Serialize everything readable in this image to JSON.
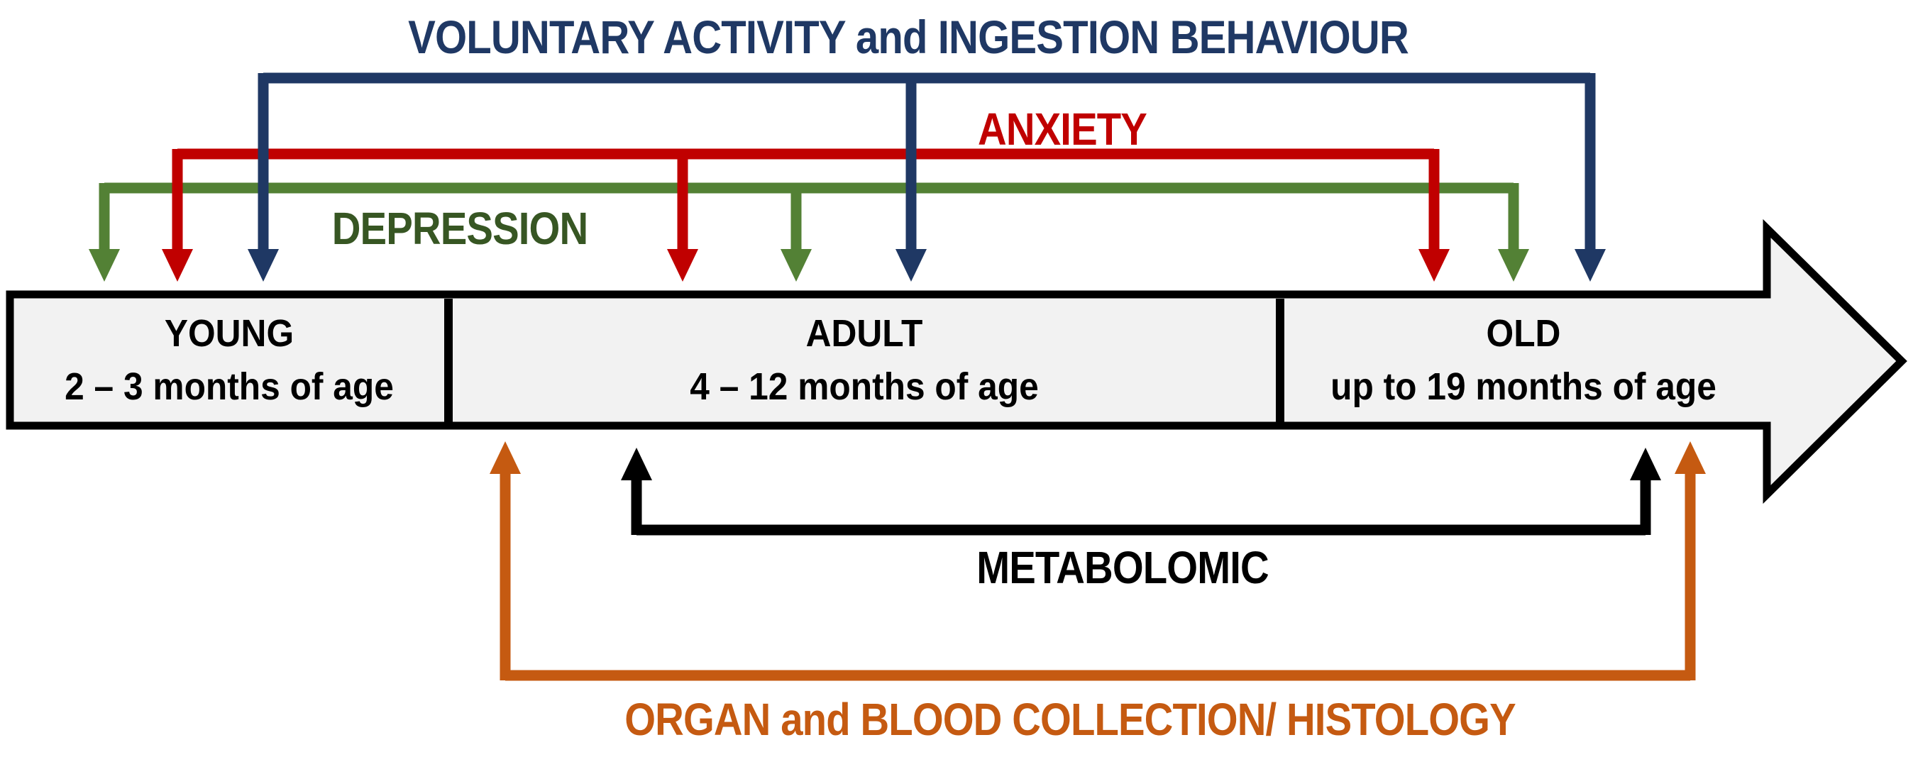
{
  "labels": {
    "voluntary": "VOLUNTARY ACTIVITY and INGESTION BEHAVIOUR",
    "anxiety": "ANXIETY",
    "depression": "DEPRESSION",
    "metabolomic": "METABOLOMIC",
    "organ": "ORGAN and BLOOD COLLECTION/ HISTOLOGY"
  },
  "timeline": {
    "stages": [
      {
        "name": "YOUNG",
        "age": "2 – 3 months of age"
      },
      {
        "name": "ADULT",
        "age": "4 – 12 months of age"
      },
      {
        "name": "OLD",
        "age": "up to 19 months of age"
      }
    ]
  },
  "colors": {
    "navy": "#1F3864",
    "red": "#C00000",
    "green_line": "#538135",
    "green_text": "#375623",
    "orange": "#C55A11",
    "black": "#000000",
    "box_fill": "#F2F2F2",
    "box_border": "#000000"
  }
}
